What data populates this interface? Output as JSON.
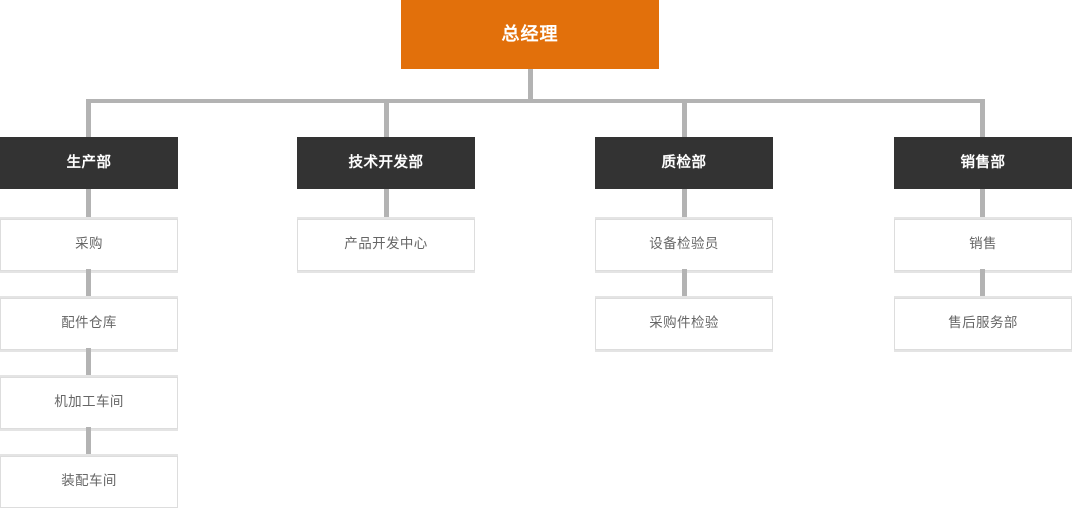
{
  "chart": {
    "type": "org-chart",
    "title": "",
    "theme": {
      "root_bg": "#e2700b",
      "root_text": "#ffffff",
      "dept_bg": "#333333",
      "dept_text": "#ffffff",
      "sub_bg": "#ffffff",
      "sub_border": "#dddddd",
      "sub_text": "#666666",
      "connector": "#b3b3b3",
      "page_bg": "#ffffff"
    },
    "root": {
      "label": "总经理",
      "level": 0
    },
    "departments": [
      {
        "label": "生产部",
        "children": [
          {
            "label": "采购"
          },
          {
            "label": "配件仓库"
          },
          {
            "label": "机加工车间"
          },
          {
            "label": "装配车间"
          }
        ]
      },
      {
        "label": "技术开发部",
        "children": [
          {
            "label": "产品开发中心"
          }
        ]
      },
      {
        "label": "质检部",
        "children": [
          {
            "label": "设备检验员"
          },
          {
            "label": "采购件检验"
          }
        ]
      },
      {
        "label": "销售部",
        "children": [
          {
            "label": "销售"
          },
          {
            "label": "售后服务部"
          }
        ]
      }
    ]
  }
}
